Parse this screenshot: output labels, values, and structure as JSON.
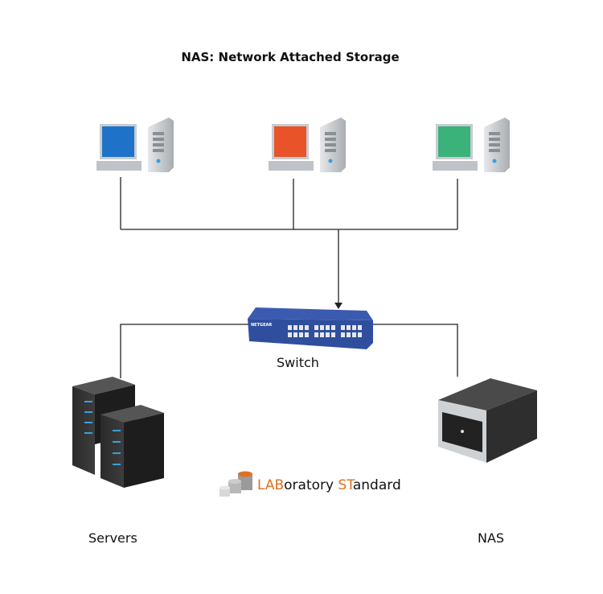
{
  "title": "NAS: Network Attached Storage",
  "switch_label": "Switch",
  "servers_label": "Servers",
  "nas_label": "NAS",
  "switch_brand": "NETGEAR",
  "logo": {
    "part1": "LAB",
    "part2": "oratory ",
    "part3": "ST",
    "part4": "andard"
  },
  "workstations": [
    {
      "screen_color": "#1e73c8"
    },
    {
      "screen_color": "#e8532a"
    },
    {
      "screen_color": "#3bb27a"
    }
  ],
  "colors": {
    "accent": "#e07020",
    "switch": "#2f4f9e"
  }
}
